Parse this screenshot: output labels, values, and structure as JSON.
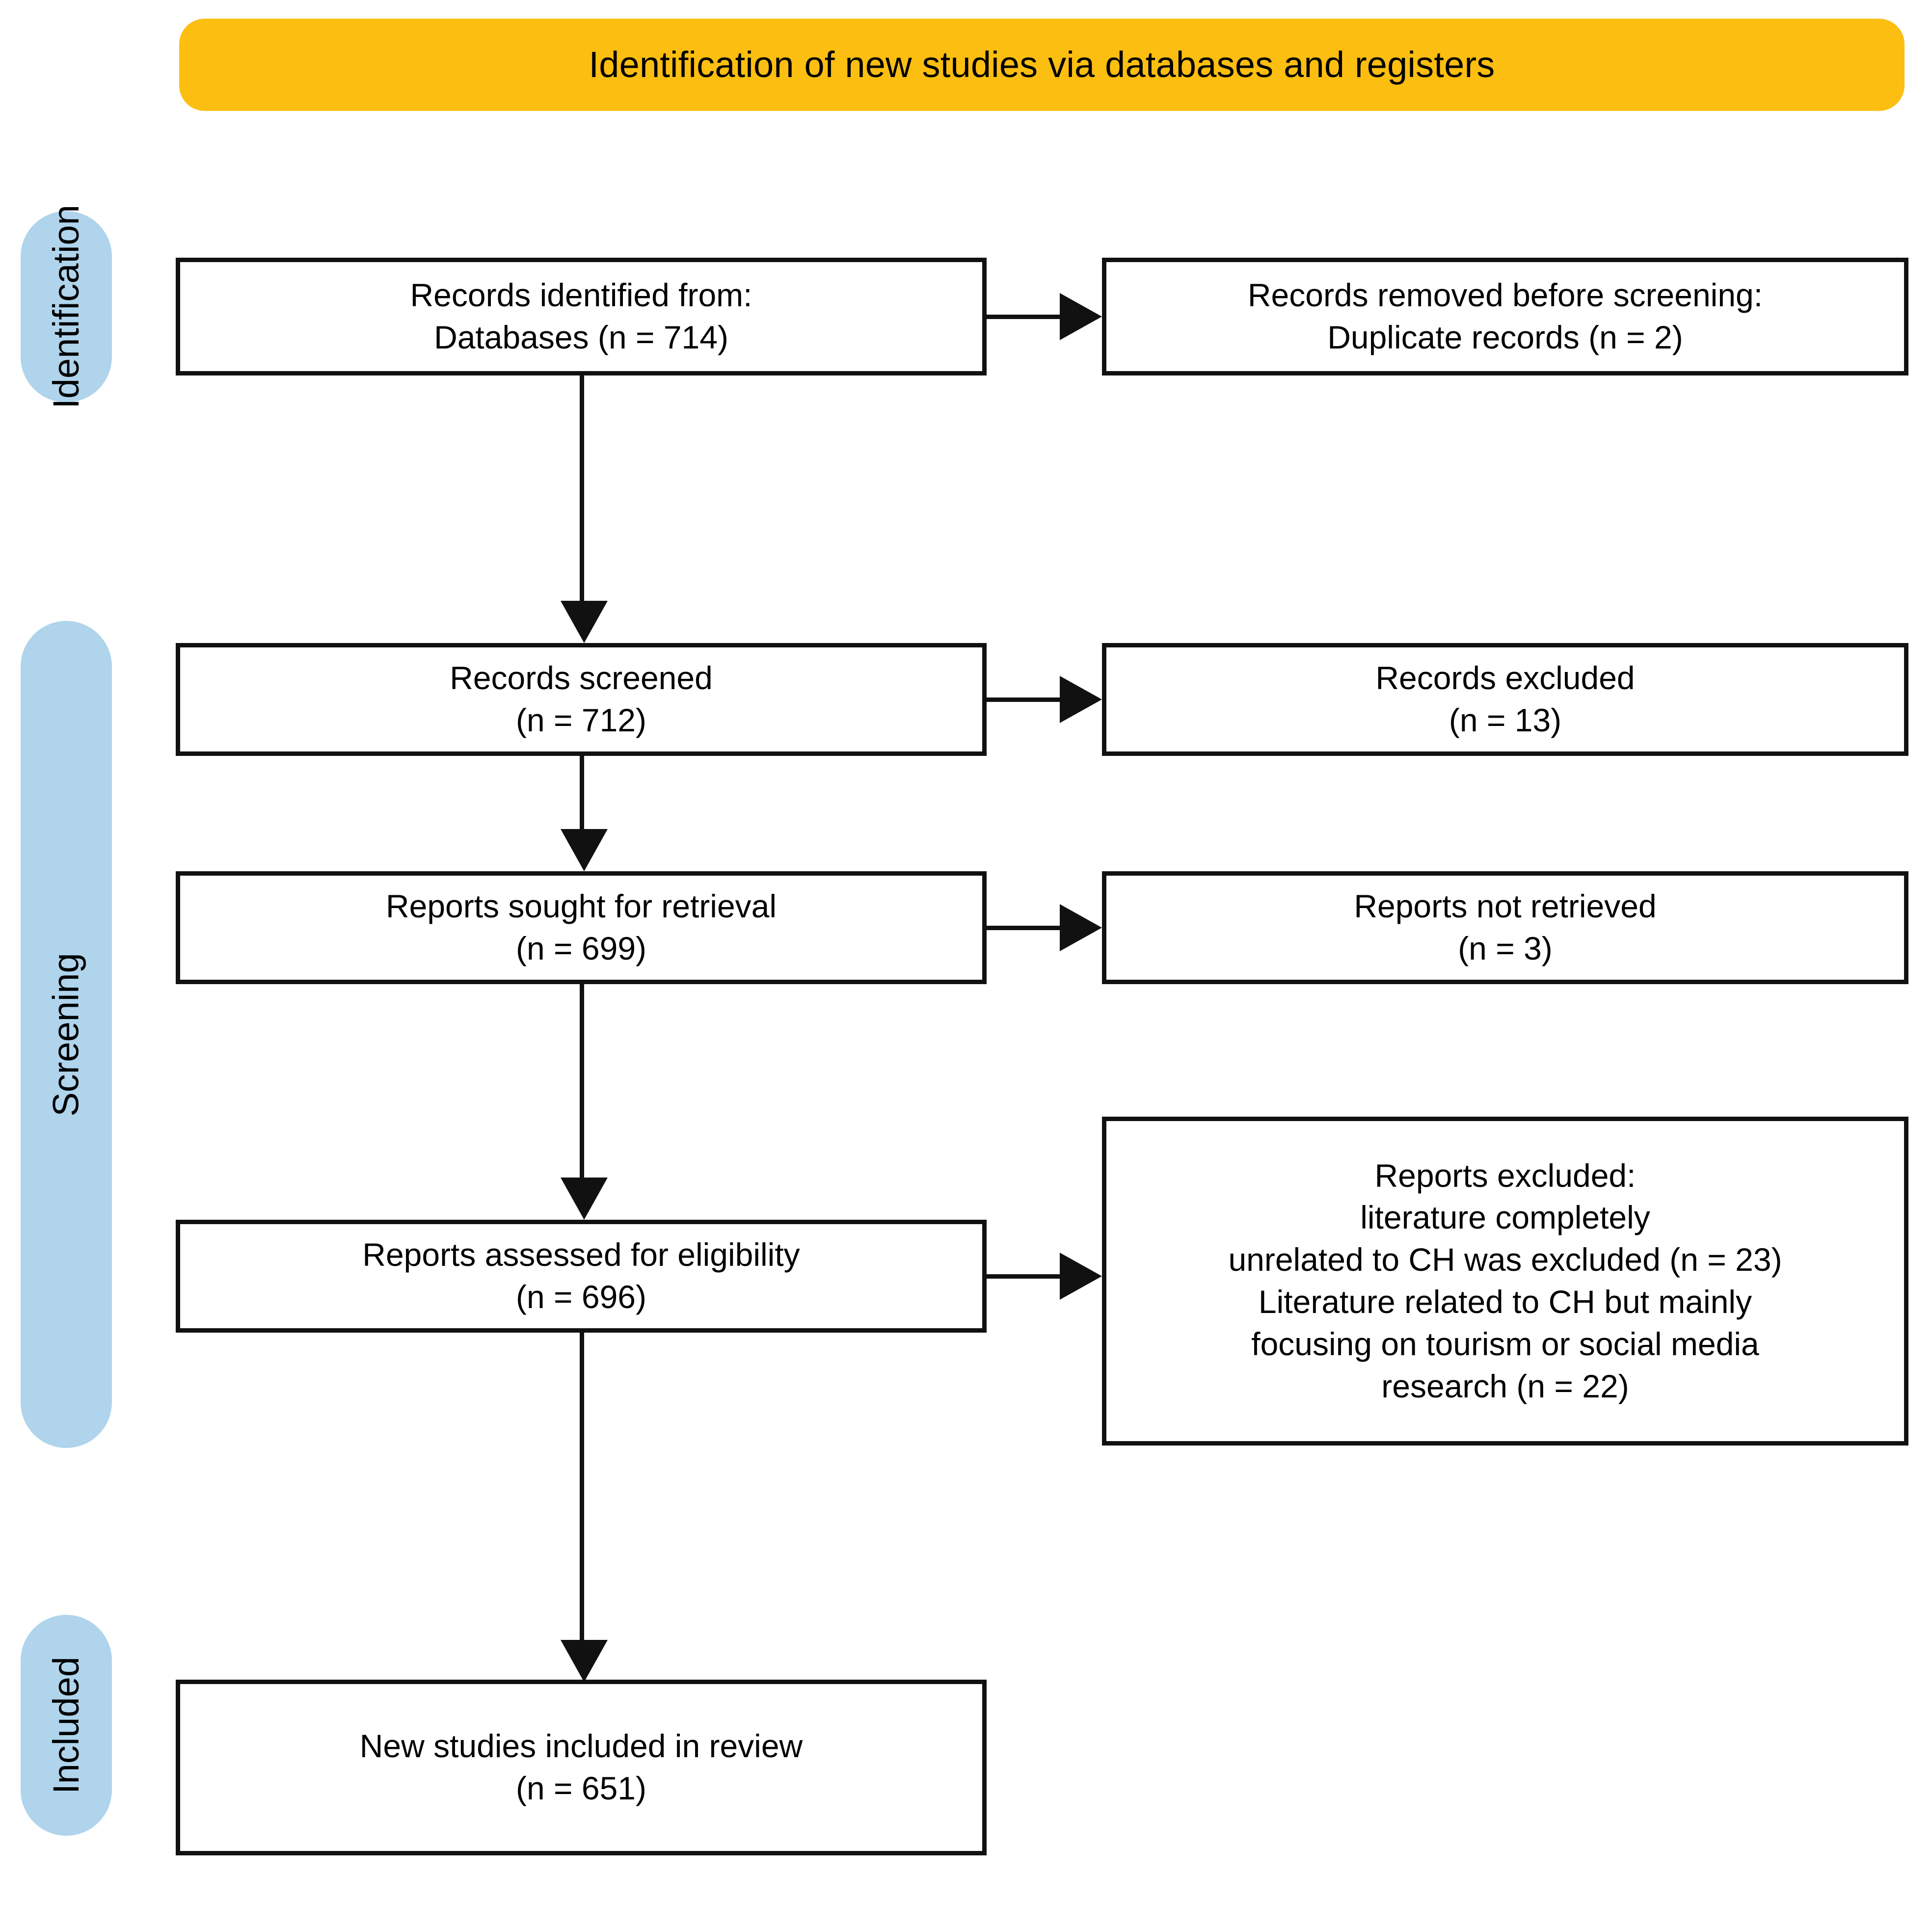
{
  "diagram": {
    "type": "prisma-flow-diagram",
    "header": {
      "title": "Identification of new studies via databases and registers",
      "color": "#FCBE10"
    },
    "stage_labels": [
      {
        "id": "identification",
        "label": "Identification",
        "color": "#AFD4EC"
      },
      {
        "id": "screening",
        "label": "Screening",
        "color": "#AFD4EC"
      },
      {
        "id": "included",
        "label": "Included",
        "color": "#AFD4EC"
      }
    ],
    "boxes": {
      "identified": {
        "line1": "Records identified from:",
        "line2": "Databases (n = 714)",
        "n": 714
      },
      "removed": {
        "line1": "Records removed before screening:",
        "line2": "Duplicate records (n = 2)",
        "n": 2
      },
      "screened": {
        "line1": "Records screened",
        "line2": "(n = 712)",
        "n": 712
      },
      "excluded": {
        "line1": "Records excluded",
        "line2": "(n = 13)",
        "n": 13
      },
      "sought": {
        "line1": "Reports sought for retrieval",
        "line2": "(n = 699)",
        "n": 699
      },
      "not_retrieved": {
        "line1": "Reports not retrieved",
        "line2": "(n = 3)",
        "n": 3
      },
      "assessed": {
        "line1": "Reports assessed for eligibility",
        "line2": "(n = 696)",
        "n": 696
      },
      "reports_excluded": {
        "line1": "Reports excluded:",
        "line2": "literature completely",
        "line3": "unrelated to CH was excluded (n = 23)",
        "line4": "Literature related to CH but mainly",
        "line5": "focusing on tourism or social media",
        "line6": "research (n = 22)",
        "n_unrelated": 23,
        "n_tourism_social": 22
      },
      "included": {
        "line1": "New studies included in review",
        "line2": "(n = 651)",
        "n": 651
      }
    },
    "connectors": [
      {
        "from": "identified",
        "to": "removed",
        "direction": "right"
      },
      {
        "from": "identified",
        "to": "screened",
        "direction": "down"
      },
      {
        "from": "screened",
        "to": "excluded",
        "direction": "right"
      },
      {
        "from": "screened",
        "to": "sought",
        "direction": "down"
      },
      {
        "from": "sought",
        "to": "not_retrieved",
        "direction": "right"
      },
      {
        "from": "sought",
        "to": "assessed",
        "direction": "down"
      },
      {
        "from": "assessed",
        "to": "reports_excluded",
        "direction": "right"
      },
      {
        "from": "assessed",
        "to": "included",
        "direction": "down"
      }
    ]
  }
}
